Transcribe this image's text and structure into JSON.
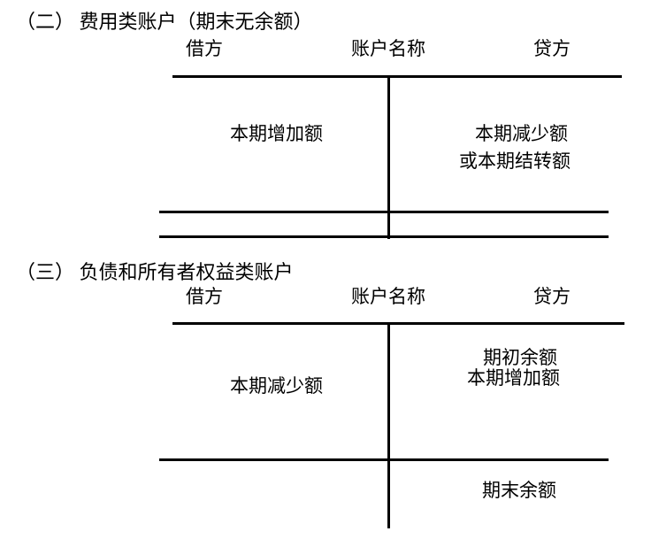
{
  "page": {
    "background": "#ffffff",
    "ink": "#000000"
  },
  "sections": [
    {
      "title": "（二） 费用类账户（期末无余额）",
      "headers": {
        "debit": "借方",
        "account_name": "账户名称",
        "credit": "贷方"
      },
      "debit_entries": [
        "本期增加额"
      ],
      "credit_entries": [
        "本期减少额",
        "或本期结转额"
      ]
    },
    {
      "title": "（三） 负债和所有者权益类账户",
      "headers": {
        "debit": "借方",
        "account_name": "账户名称",
        "credit": "贷方"
      },
      "debit_entries": [
        "本期减少额"
      ],
      "credit_entries": [
        "期初余额",
        "本期增加额"
      ],
      "closing_entry": "期末余额"
    }
  ]
}
